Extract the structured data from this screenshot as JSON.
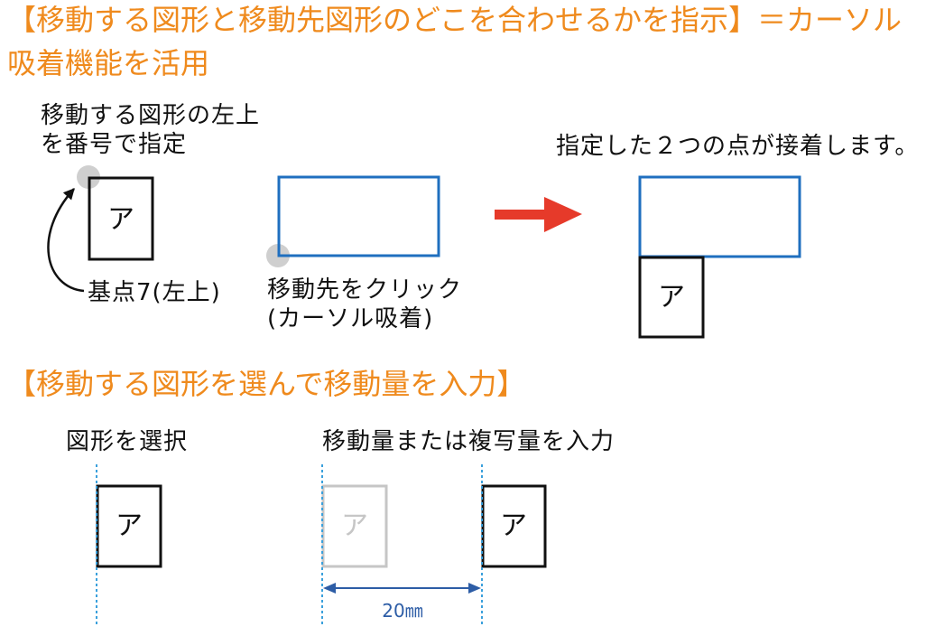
{
  "section1": {
    "title_lines": [
      "【移動する図形と移動先図形のどこを合わせるかを指示】＝カーソル",
      "吸着機能を活用"
    ],
    "source": {
      "caption_lines": [
        "移動する図形の左上",
        "を番号で指定"
      ],
      "shape_label": "ア",
      "base_point_label": "基点7(左上)"
    },
    "target": {
      "caption_lines": [
        "移動先をクリック",
        "(カーソル吸着)"
      ]
    },
    "result": {
      "caption": "指定した２つの点が接着します。",
      "shape_label": "ア"
    }
  },
  "section2": {
    "title": "【移動する図形を選んで移動量を入力】",
    "select": {
      "caption": "図形を選択",
      "shape_label": "ア"
    },
    "input": {
      "caption": "移動量または複写量を入力",
      "original_shape_label": "ア",
      "moved_shape_label": "ア",
      "distance_label": "20㎜"
    }
  },
  "colors": {
    "title": "#ef8a1d",
    "target_outline": "#1f6fbf",
    "guide_line": "#3aa0dc",
    "dimension": "#2d5da6",
    "direction_arrow": "#e63a2a",
    "snap_point": "#cfcfcf",
    "ghost_shape": "#c6c6c6"
  }
}
